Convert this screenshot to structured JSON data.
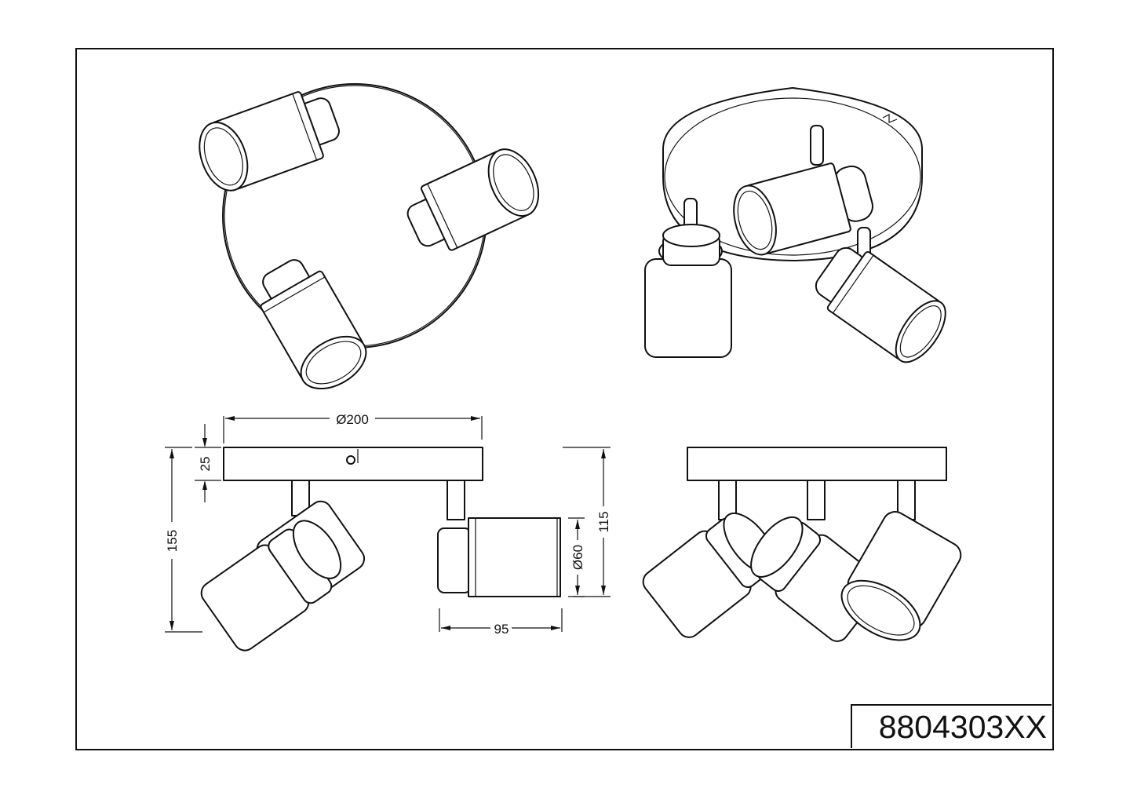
{
  "drawing": {
    "part_number": "8804303XX",
    "views": [
      {
        "name": "top-view",
        "description": "Top view: round base plate with three spotlight heads"
      },
      {
        "name": "isometric-view",
        "description": "Perspective view: round ceiling base with three adjustable spots"
      },
      {
        "name": "front-elevation-dimensioned",
        "description": "Side elevation with dimensions"
      },
      {
        "name": "front-elevation",
        "description": "Front elevation with three spots"
      }
    ],
    "dimensions": {
      "base_diameter": "Ø200",
      "base_height": "25",
      "total_height": "155",
      "spot_height": "115",
      "spot_diameter": "Ø60",
      "spot_length": "95"
    },
    "colors": {
      "line": "#111111",
      "background": "#ffffff"
    }
  }
}
